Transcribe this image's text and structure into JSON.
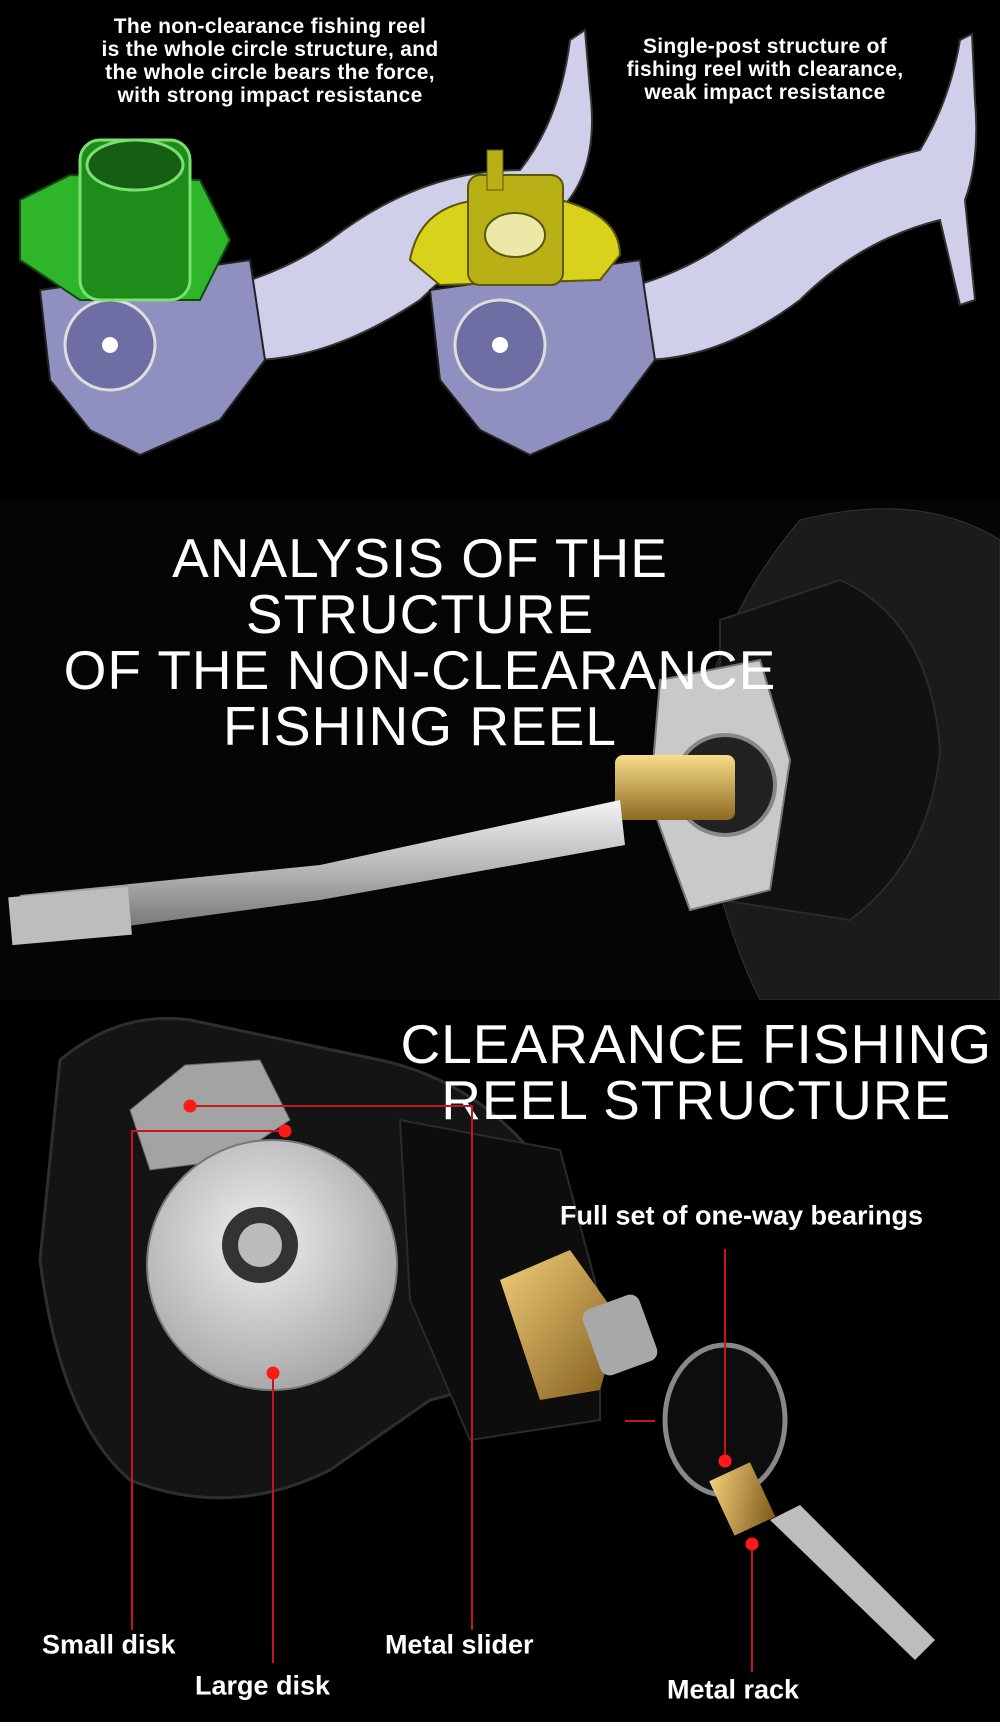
{
  "top_panel": {
    "left_caption": "The non-clearance fishing reel\nis the whole circle structure, and\nthe whole circle bears the force,\nwith strong impact resistance",
    "right_caption": "Single-post structure of\nfishing reel with clearance,\nweak impact resistance",
    "colors": {
      "non_clearance_part": "#2fb52a",
      "clearance_part": "#d9d21c",
      "body": "#c9c8e8"
    }
  },
  "middle_panel": {
    "title_lines": [
      "ANALYSIS OF THE STRUCTURE",
      "OF THE NON-CLEARANCE",
      "FISHING REEL"
    ]
  },
  "bottom_panel": {
    "title_lines": [
      "CLEARANCE FISHING",
      "REEL STRUCTURE"
    ],
    "labels": {
      "bearings": "Full set of one-way bearings",
      "small_disk": "Small disk",
      "metal_slider": "Metal slider",
      "large_disk": "Large disk",
      "metal_rack": "Metal rack"
    },
    "colors": {
      "callout": "#c8141b",
      "dot": "#ff1a1a"
    }
  }
}
